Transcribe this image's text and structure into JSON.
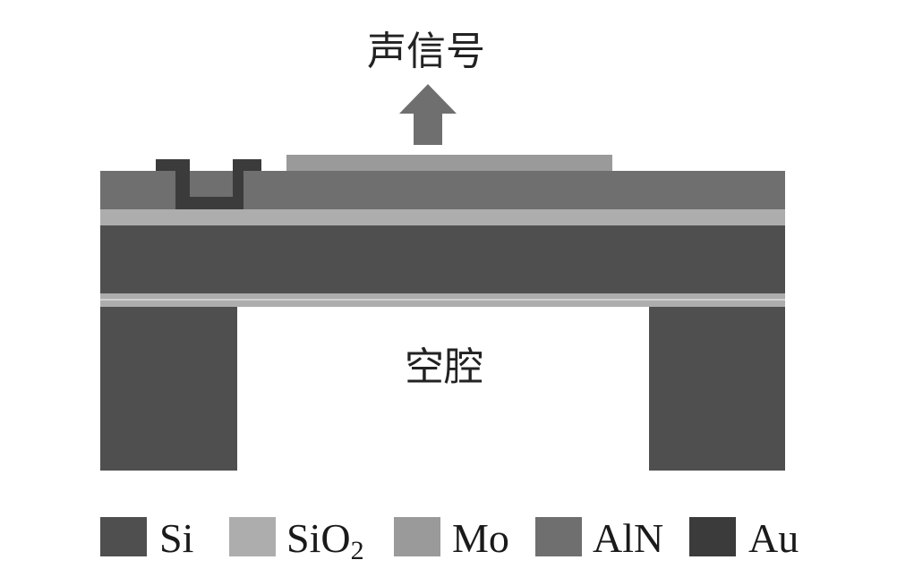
{
  "labels": {
    "signal": "声信号",
    "cavity": "空腔"
  },
  "legend": [
    {
      "key": "si",
      "text": "Si",
      "color": "#4f4f4f"
    },
    {
      "key": "sio2",
      "text": "SiO",
      "subscript": "2",
      "color": "#adadad"
    },
    {
      "key": "mo",
      "text": "Mo",
      "color": "#9a9a9a"
    },
    {
      "key": "aln",
      "text": "AlN",
      "color": "#6f6f6f"
    },
    {
      "key": "au",
      "text": "Au",
      "color": "#3b3b3b"
    }
  ],
  "colors": {
    "si": "#4f4f4f",
    "sio2": "#adadad",
    "mo": "#9a9a9a",
    "aln": "#6f6f6f",
    "au": "#3b3b3b",
    "arrow": "#6f6f6f",
    "background": "#ffffff"
  }
}
